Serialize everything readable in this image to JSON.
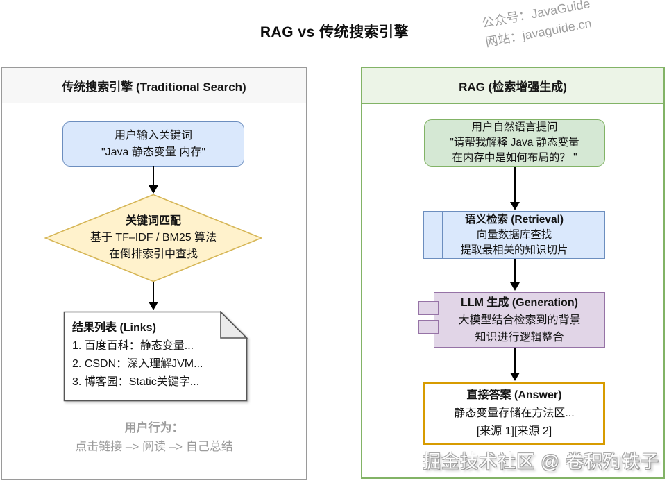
{
  "title": "RAG vs 传统搜索引擎",
  "watermark_top": {
    "line1": "公众号：JavaGuide",
    "line2": "网站：javaguide.cn"
  },
  "watermark_bottom": "掘金技术社区 @ 卷积殉铁子",
  "left_panel": {
    "header": "传统搜索引擎 (Traditional Search)",
    "input_box": {
      "line1": "用户输入关键词",
      "line2": "\"Java 静态变量 内存\""
    },
    "match_diamond": {
      "title": "关键词匹配",
      "line2": "基于 TF–IDF / BM25 算法",
      "line3": "在倒排索引中查找"
    },
    "results_doc": {
      "title": "结果列表 (Links)",
      "items": [
        "1. 百度百科：静态变量...",
        "2. CSDN：深入理解JVM...",
        "3. 博客园：Static关键字..."
      ]
    },
    "behavior": {
      "title": "用户行为：",
      "flow": "点击链接 –> 阅读 –> 自己总结"
    }
  },
  "right_panel": {
    "header": "RAG (检索增强生成)",
    "question_box": {
      "line1": "用户自然语言提问",
      "line2": "\"请帮我解释 Java 静态变量",
      "line3": "在内存中是如何布局的？ \""
    },
    "retrieval_box": {
      "title": "语义检索 (Retrieval)",
      "line2": "向量数据库查找",
      "line3": "提取最相关的知识切片"
    },
    "generation_box": {
      "title": "LLM 生成 (Generation)",
      "line2": "大模型结合检索到的背景",
      "line3": "知识进行逻辑整合"
    },
    "answer_box": {
      "title": "直接答案 (Answer)",
      "line2": "静态变量存储在方法区...",
      "line3": "[来源 1][来源 2]"
    }
  },
  "colors": {
    "blue_fill": "#dae8fc",
    "blue_stroke": "#6c8ebf",
    "green_fill": "#d5e8d4",
    "green_stroke": "#82b366",
    "yellow_fill": "#fff2cc",
    "yellow_stroke": "#d6b656",
    "purple_fill": "#e1d5e7",
    "purple_stroke": "#9673a6",
    "orange_stroke": "#d79b00",
    "gray_text": "#9c9c9c"
  }
}
